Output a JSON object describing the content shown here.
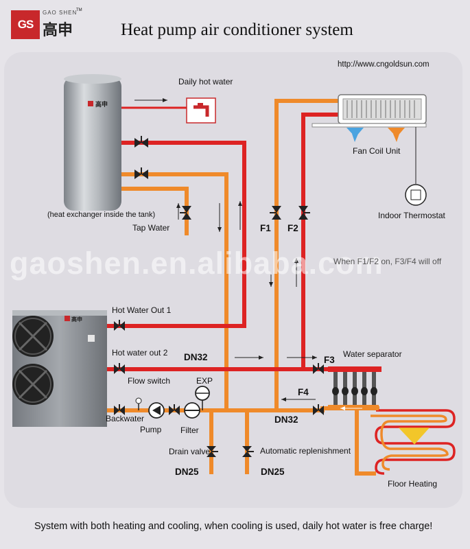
{
  "header": {
    "title": "Heat pump air conditioner system",
    "url": "http://www.cngoldsun.com",
    "brand_mark": "GS",
    "brand_en": "GAO SHEN",
    "brand_cn": "高申",
    "tm": "TM"
  },
  "watermark": {
    "text": "gaoshen.en.alibaba.com",
    "note": "When F1/F2 on, F3/F4 will off"
  },
  "labels": {
    "daily_hot_water": "Daily hot water",
    "heat_exchanger": "(heat exchanger inside the tank)",
    "tap_water": "Tap Water",
    "fan_coil_unit": "Fan Coil Unit",
    "indoor_thermostat": "Indoor Thermostat",
    "f1": "F1",
    "f2": "F2",
    "f3": "F3",
    "f4": "F4",
    "hot_water_out_1": "Hot Water Out 1",
    "hot_water_out_2": "Hot water out 2",
    "dn32_top": "DN32",
    "dn32_bottom": "DN32",
    "water_separator": "Water separator",
    "flow_switch": "Flow switch",
    "exp": "EXP",
    "backwater": "Backwater",
    "pump": "Pump",
    "filter": "Filter",
    "drain_valve": "Drain valve",
    "automatic_replenishment": "Automatic replenishment",
    "dn25_left": "DN25",
    "dn25_right": "DN25",
    "floor_heating": "Floor Heating",
    "tank_logo": "高申",
    "unit_logo": "高申"
  },
  "footer": "System with both heating and cooling,  when cooling is used, daily hot water is free charge!",
  "colors": {
    "hot_pipe": "#dd2323",
    "cold_pipe": "#ef8a2a",
    "brand_red": "#c8282b",
    "tank": "#a7abb0",
    "unit": "#8d9196"
  },
  "icons": [
    "faucet-icon",
    "valve-icon",
    "pump-icon",
    "filter-icon",
    "expansion-tank-icon",
    "fan-icon",
    "thermostat-icon",
    "arrow-icon"
  ]
}
